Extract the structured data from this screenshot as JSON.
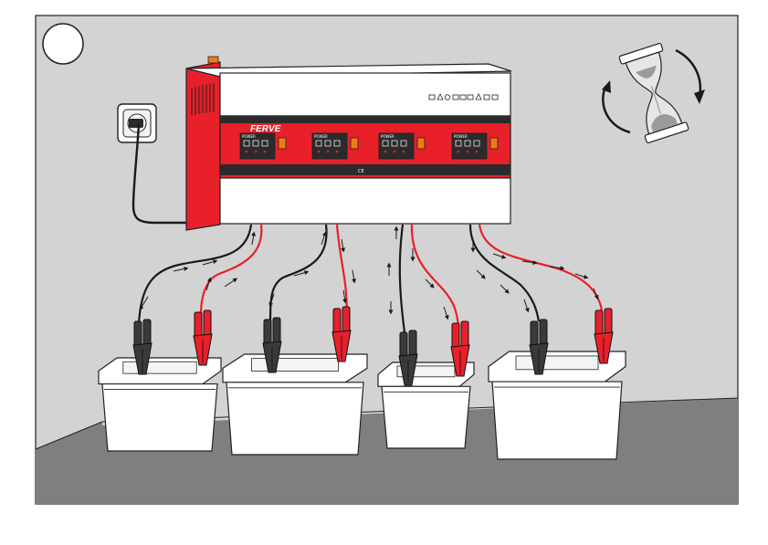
{
  "brand": {
    "name": "FERVE",
    "mark": "CE"
  },
  "module": {
    "label": "POWER"
  },
  "colors": {
    "red": "#e8202a",
    "dark": "#2b2b2b",
    "wall": "#d2d2d2",
    "floor": "#7e7e7e",
    "cable_red": "#e8202a",
    "cable_black": "#1a1a1a"
  },
  "icons": [
    "power-outlet-icon",
    "hourglass-icon",
    "rotation-arrows-icon",
    "battery-icon",
    "clamp-icon",
    "circle-badge-icon"
  ]
}
